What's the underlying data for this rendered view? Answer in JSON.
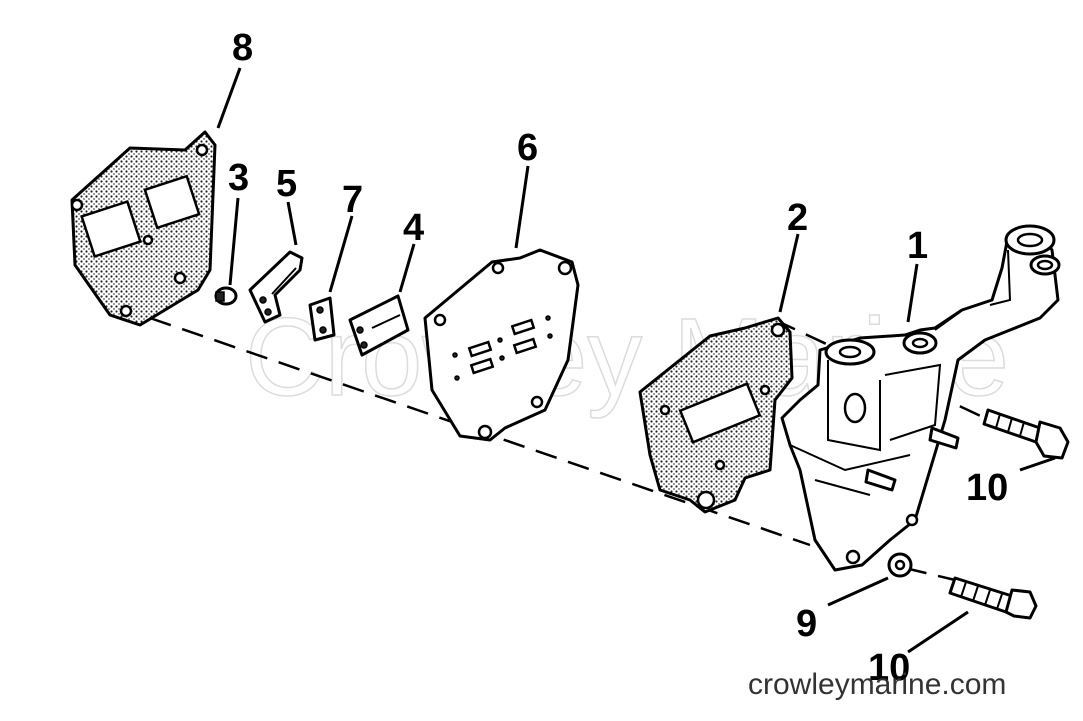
{
  "callouts": {
    "c1": "1",
    "c2": "2",
    "c3": "3",
    "c4": "4",
    "c5": "5",
    "c6": "6",
    "c7": "7",
    "c8": "8",
    "c9": "9",
    "c10a": "10",
    "c10b": "10"
  },
  "watermark": "Crowley Marine",
  "footer": {
    "site": "crowleymarine.com"
  },
  "colors": {
    "ink": "#000000",
    "background": "#ffffff",
    "watermark": "#dcdcdc"
  }
}
